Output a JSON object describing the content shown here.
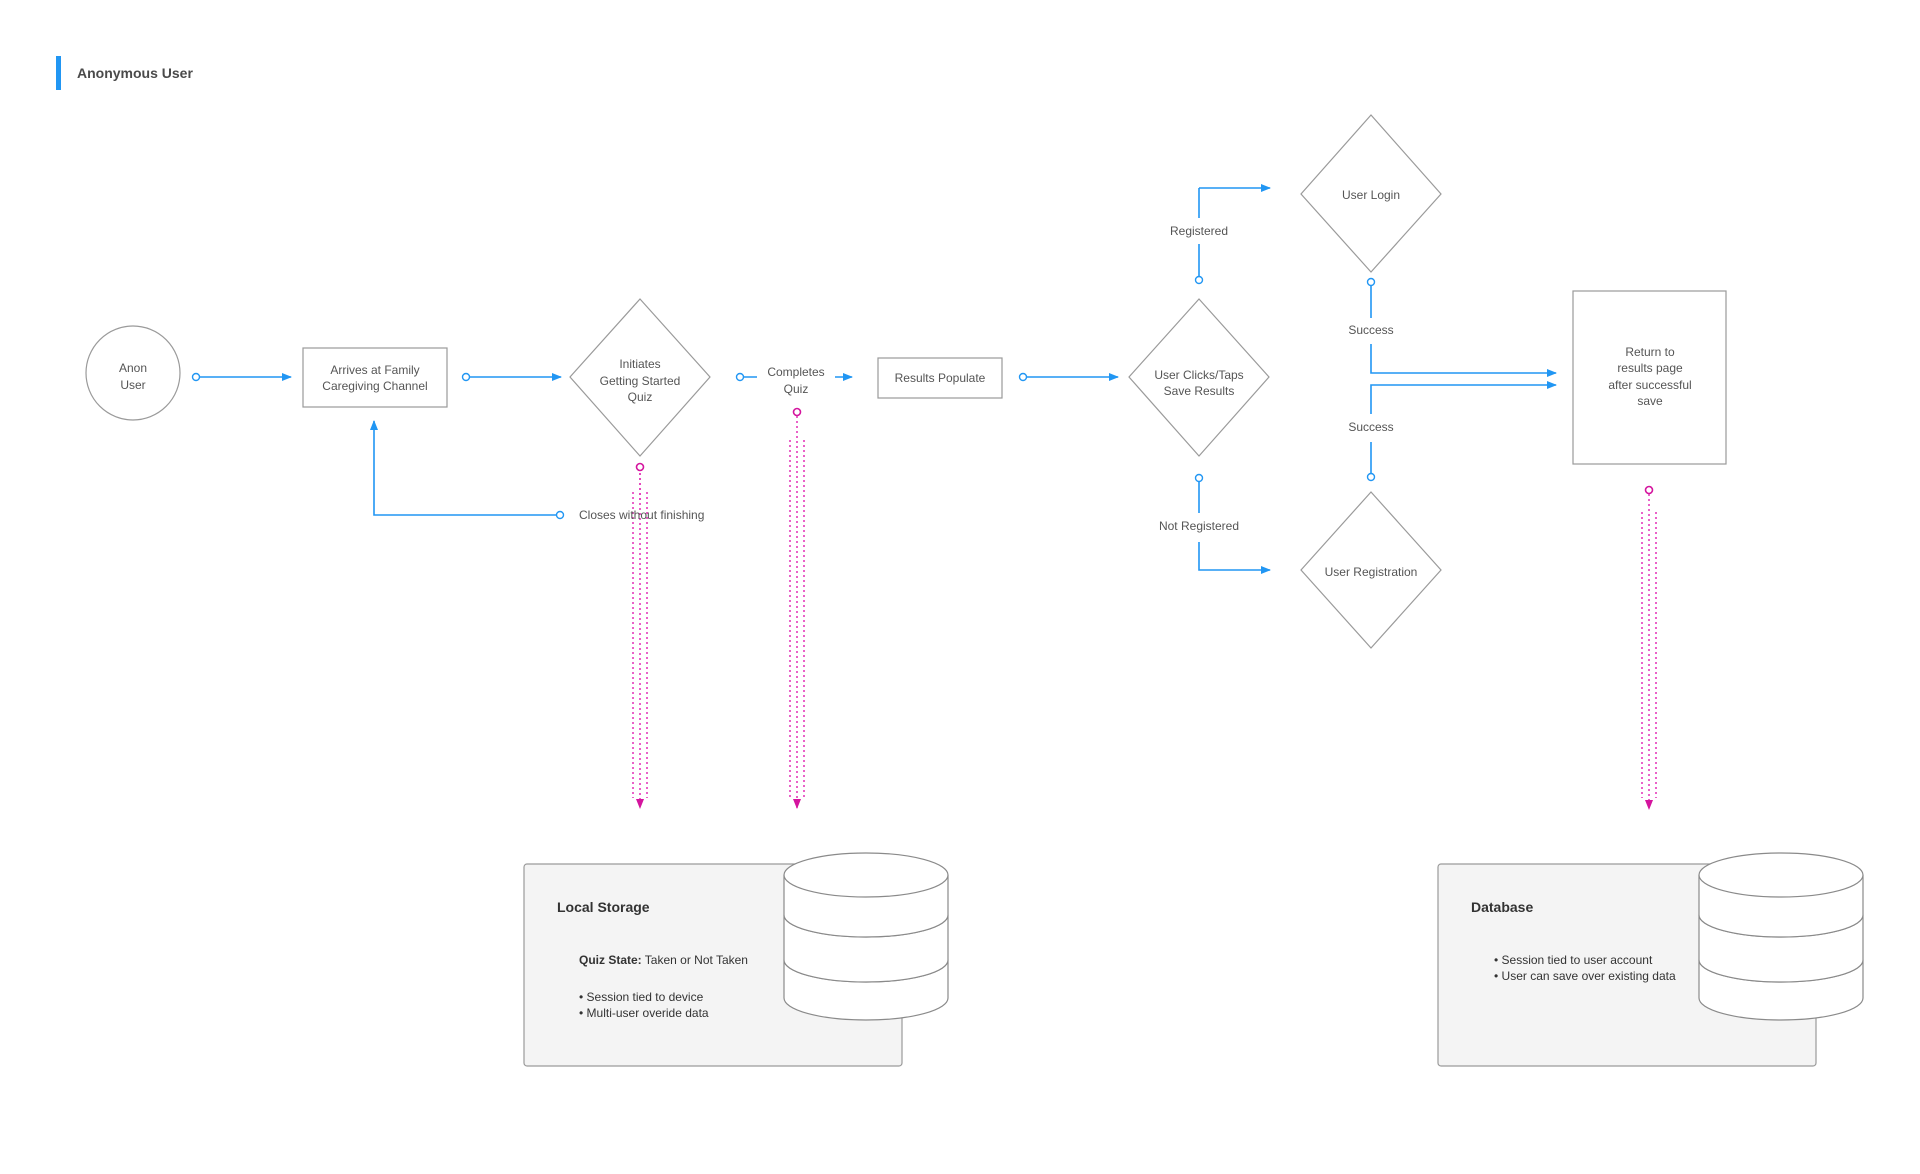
{
  "header": {
    "title": "Anonymous User",
    "accent_color": "#2196f3"
  },
  "nodes": {
    "anon_user": [
      "Anon",
      "User"
    ],
    "arrives": [
      "Arrives at Family",
      "Caregiving Channel"
    ],
    "initiates_quiz": [
      "Initiates",
      "Getting Started",
      "Quiz"
    ],
    "completes_quiz": [
      "Completes",
      "Quiz"
    ],
    "results_populate": "Results Populate",
    "save_results": [
      "User Clicks/Taps",
      "Save Results"
    ],
    "user_login": "User Login",
    "user_registration": "User Registration",
    "return_results": [
      "Return to",
      "results page",
      "after successful",
      "save"
    ]
  },
  "labels": {
    "closes": "Closes without finishing",
    "registered": "Registered",
    "not_registered": "Not Registered",
    "success_login": "Success",
    "success_registration": "Success"
  },
  "local_storage": {
    "title": "Local Storage",
    "quiz_state_label": "Quiz State:",
    "quiz_state_value": " Taken or Not Taken",
    "bullets": [
      "• Session tied to device",
      "• Multi-user overide data"
    ]
  },
  "database": {
    "title": "Database",
    "bullets": [
      "• Session tied to user account",
      "• User can save over existing data"
    ]
  },
  "colors": {
    "flow": "#2196f3",
    "storage": "#e020b0",
    "shape_stroke": "#9a9a9a",
    "card_fill": "#f4f4f4"
  },
  "icons": [
    "database-cylinder-icon",
    "database-cylinder-icon"
  ]
}
